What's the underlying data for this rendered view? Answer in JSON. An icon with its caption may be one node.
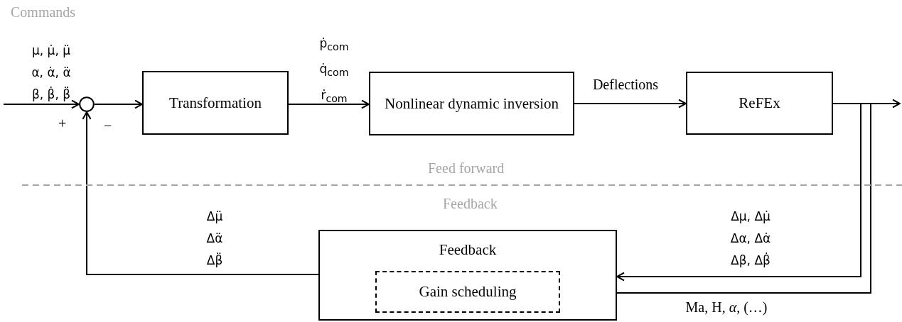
{
  "diagram": {
    "nodes": [
      {
        "text": [],
        "shape": "circle"
      },
      {
        "text": [
          "Transformation"
        ]
      },
      {
        "text": [
          "Nonlinear dynamic inversion"
        ]
      },
      {
        "text": [
          "ReFEx"
        ]
      },
      {
        "text": [
          "Feedback"
        ]
      },
      {
        "text": [
          "Gain scheduling"
        ],
        "in": 4
      }
    ],
    "edges": [
      {
        "from": null,
        "to": 0,
        "arrow": "to",
        "label": "μ, μ̇, μ̈ α, α̇, α̈ β, β̇, β̈"
      },
      {
        "from": 0,
        "to": 1,
        "arrow": "to"
      },
      {
        "from": 1,
        "to": 2,
        "arrow": "to",
        "label": "ṗ$_{com}$ q̇$_{com}$ ṙ$_{com}$"
      },
      {
        "from": 2,
        "to": 3,
        "arrow": "to",
        "label": "Deflections"
      },
      {
        "from": 3,
        "to": null,
        "arrow": "to"
      },
      {
        "from": 3,
        "to": 4,
        "arrow": "to",
        "label": "Δμ, Δμ̇ Δα, Δα̇ Δβ, Δβ̇"
      },
      {
        "from": 3,
        "to": 5,
        "arrow": "to",
        "label": "Ma, H, *α*, (…)"
      },
      {
        "from": 4,
        "to": 0,
        "arrow": "to",
        "label": "Δμ̈ Δα̈ Δβ̈"
      }
    ],
    "labels": [
      "Commands",
      "+",
      "−",
      "Feed forward",
      "Feedback"
    ]
  }
}
